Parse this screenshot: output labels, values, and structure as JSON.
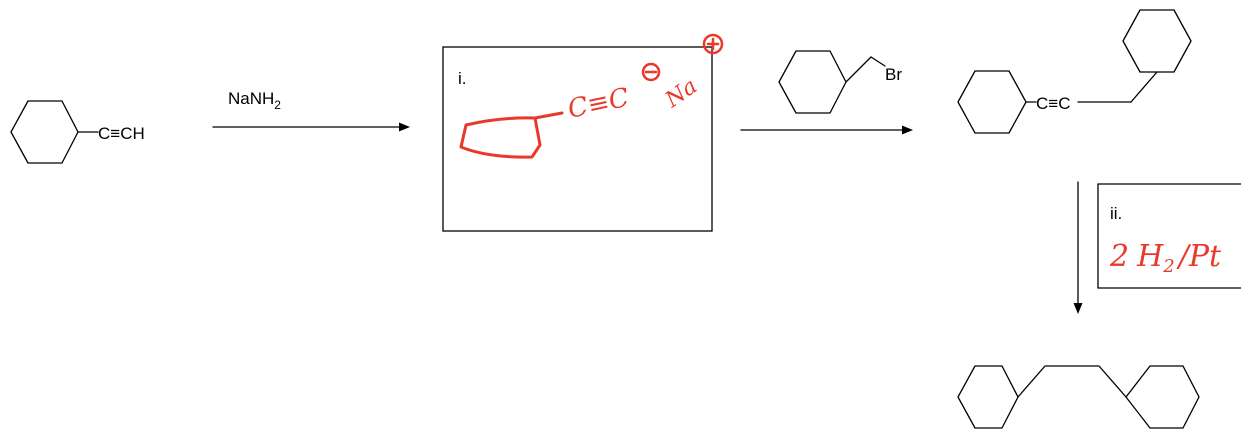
{
  "starting_material": {
    "group_label": "C≡CH"
  },
  "step1": {
    "reagent_main": "NaNH",
    "reagent_sub": "2",
    "box_label": "i.",
    "handwritten": {
      "triple_bond": "C≡C",
      "cation": "Na"
    }
  },
  "step2": {
    "reagent_label": "Br"
  },
  "intermediate": {
    "group_label": "C≡C"
  },
  "step3": {
    "box_label": "ii.",
    "handwritten": {
      "coefficient": "2",
      "element_main": "H",
      "element_sub": "2",
      "separator": "/",
      "catalyst": "Pt"
    }
  },
  "colors": {
    "ink": "#000000",
    "annotation": "#e8392b"
  }
}
